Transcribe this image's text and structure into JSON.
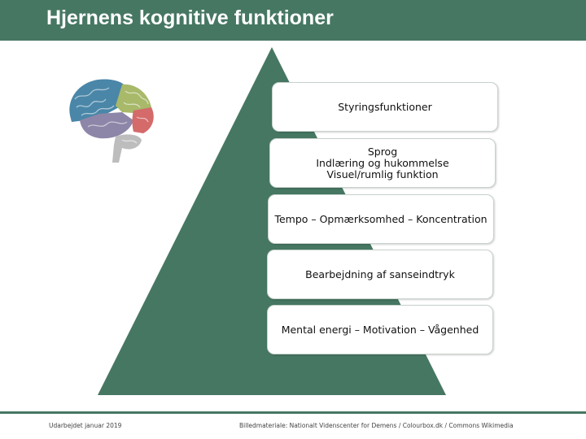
{
  "header": {
    "title": "Hjernens kognitive funktioner"
  },
  "pyramid": {
    "levels": [
      {
        "lines": [
          "Styringsfunktioner"
        ]
      },
      {
        "lines": [
          "Sprog",
          "Indlæring og hukommelse",
          "Visuel/rumlig funktion"
        ]
      },
      {
        "lines": [
          "Tempo – Opmærksomhed – Koncentration"
        ]
      },
      {
        "lines": [
          "Bearbejdning af sanseindtryk"
        ]
      },
      {
        "lines": [
          "Mental energi – Motivation – Vågenhed"
        ]
      }
    ]
  },
  "footer": {
    "left": "Udarbejdet januar 2019",
    "right": "Billedmateriale: Nationalt Videnscenter for Demens / Colourbox.dk / Commons Wikimedia"
  },
  "colors": {
    "header": "#467763",
    "pyramid": "#467763",
    "brain_frontal": "#4a86a8",
    "brain_parietal": "#a8b96a",
    "brain_temporal": "#8e86a8",
    "brain_occipital": "#d46a6a",
    "brain_cerebellum": "#bdbdbd"
  }
}
